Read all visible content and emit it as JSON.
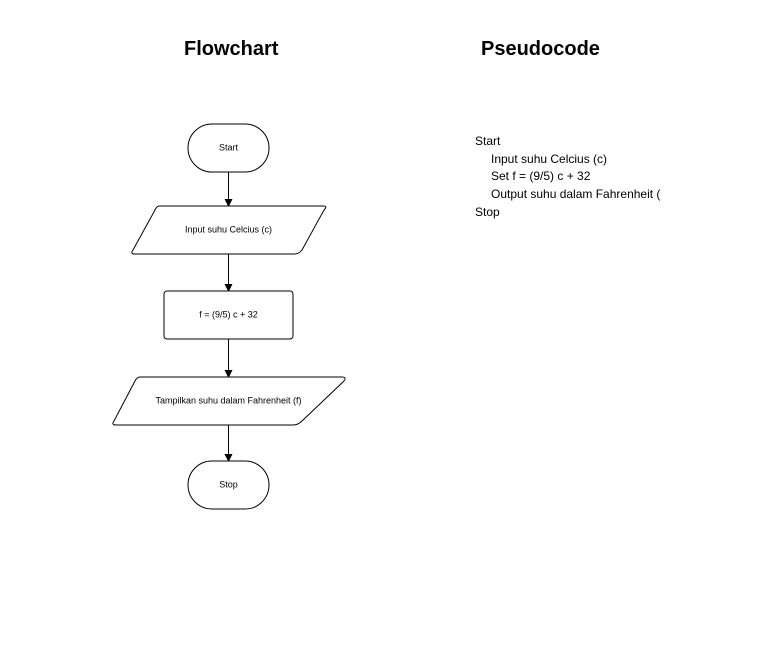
{
  "headings": {
    "flowchart": "Flowchart",
    "pseudocode": "Pseudocode"
  },
  "flowchart": {
    "start": "Start",
    "input": "Input suhu Celcius (c)",
    "process": "f = (9/5) c + 32",
    "output": "Tampilkan suhu dalam Fahrenheit (f)",
    "stop": "Stop"
  },
  "pseudocode": {
    "start": "Start",
    "lines": [
      "Input suhu Celcius (c)",
      "Set f = (9/5) c + 32",
      "Output suhu dalam Fahrenheit ("
    ],
    "stop": "Stop"
  }
}
